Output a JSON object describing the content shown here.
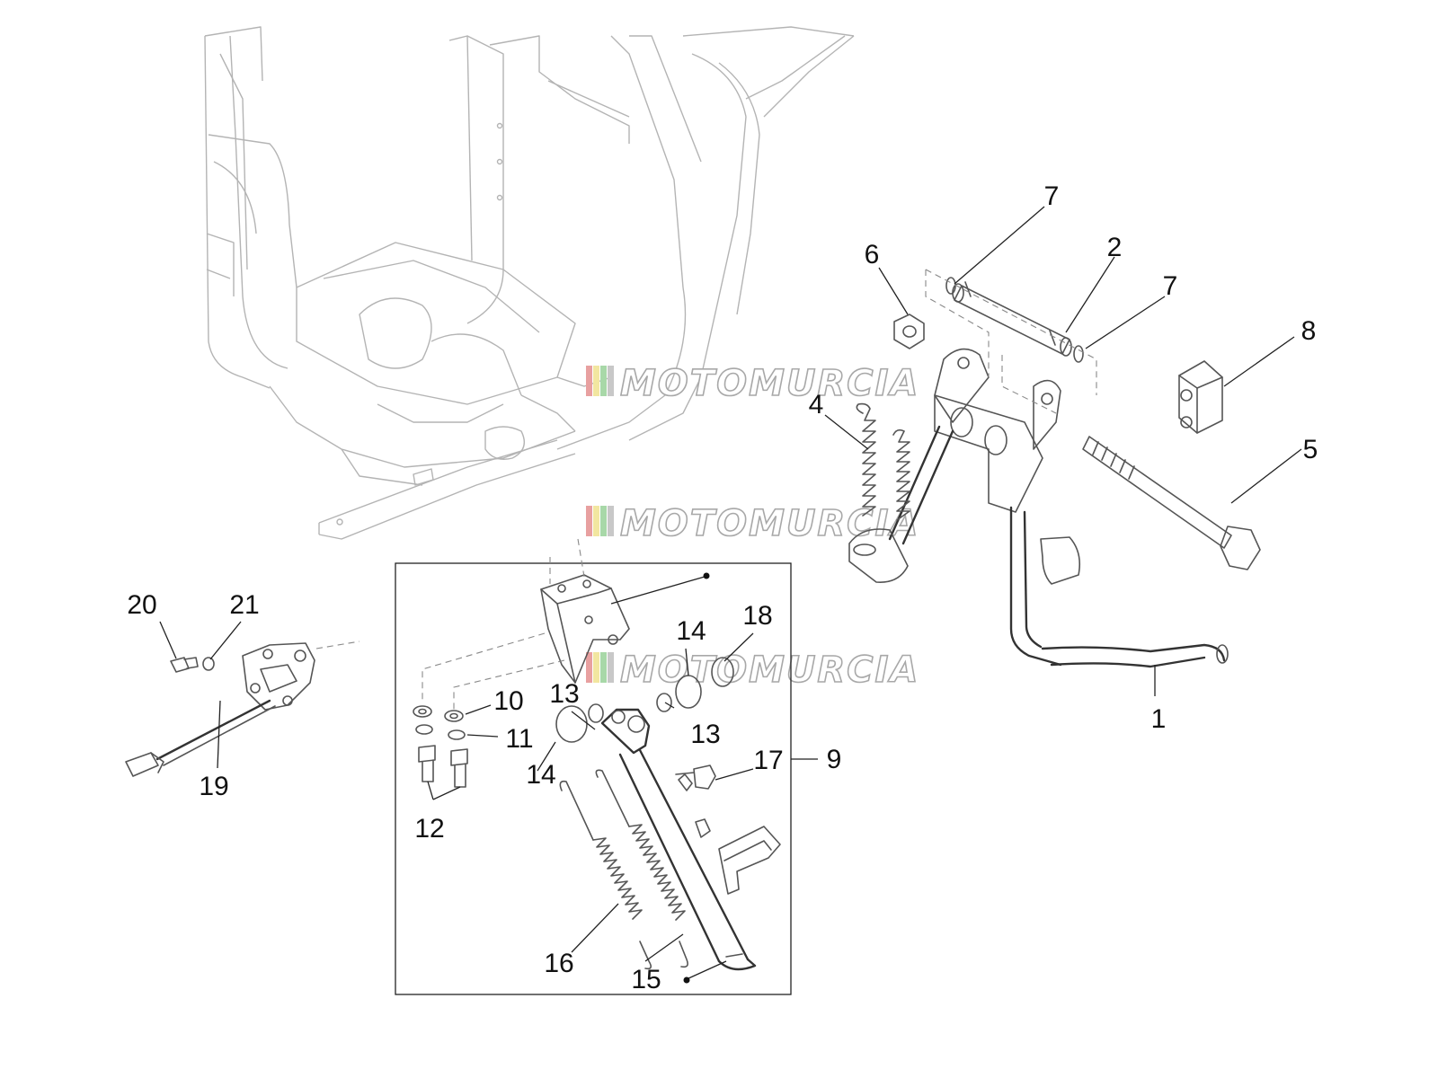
{
  "diagram": {
    "colors": {
      "lines": "#555555",
      "frame": "#b4b4b4",
      "callout_text": "#111111",
      "watermark_stripes": [
        "#e8a0a0",
        "#f2e6a0",
        "#a8d8a8",
        "#c8c8c8"
      ]
    },
    "watermark": {
      "text": "MOTOMURCIA"
    },
    "callouts": [
      {
        "id": "1",
        "label": "1"
      },
      {
        "id": "2",
        "label": "2"
      },
      {
        "id": "4",
        "label": "4"
      },
      {
        "id": "5",
        "label": "5"
      },
      {
        "id": "6",
        "label": "6"
      },
      {
        "id": "7a",
        "label": "7"
      },
      {
        "id": "7b",
        "label": "7"
      },
      {
        "id": "8",
        "label": "8"
      },
      {
        "id": "9",
        "label": "9"
      },
      {
        "id": "10",
        "label": "10"
      },
      {
        "id": "11",
        "label": "11"
      },
      {
        "id": "12",
        "label": "12"
      },
      {
        "id": "13a",
        "label": "13"
      },
      {
        "id": "13b",
        "label": "13"
      },
      {
        "id": "14a",
        "label": "14"
      },
      {
        "id": "14b",
        "label": "14"
      },
      {
        "id": "15",
        "label": "15"
      },
      {
        "id": "16",
        "label": "16"
      },
      {
        "id": "17",
        "label": "17"
      },
      {
        "id": "18",
        "label": "18"
      },
      {
        "id": "19",
        "label": "19"
      },
      {
        "id": "20",
        "label": "20"
      },
      {
        "id": "21",
        "label": "21"
      }
    ]
  }
}
